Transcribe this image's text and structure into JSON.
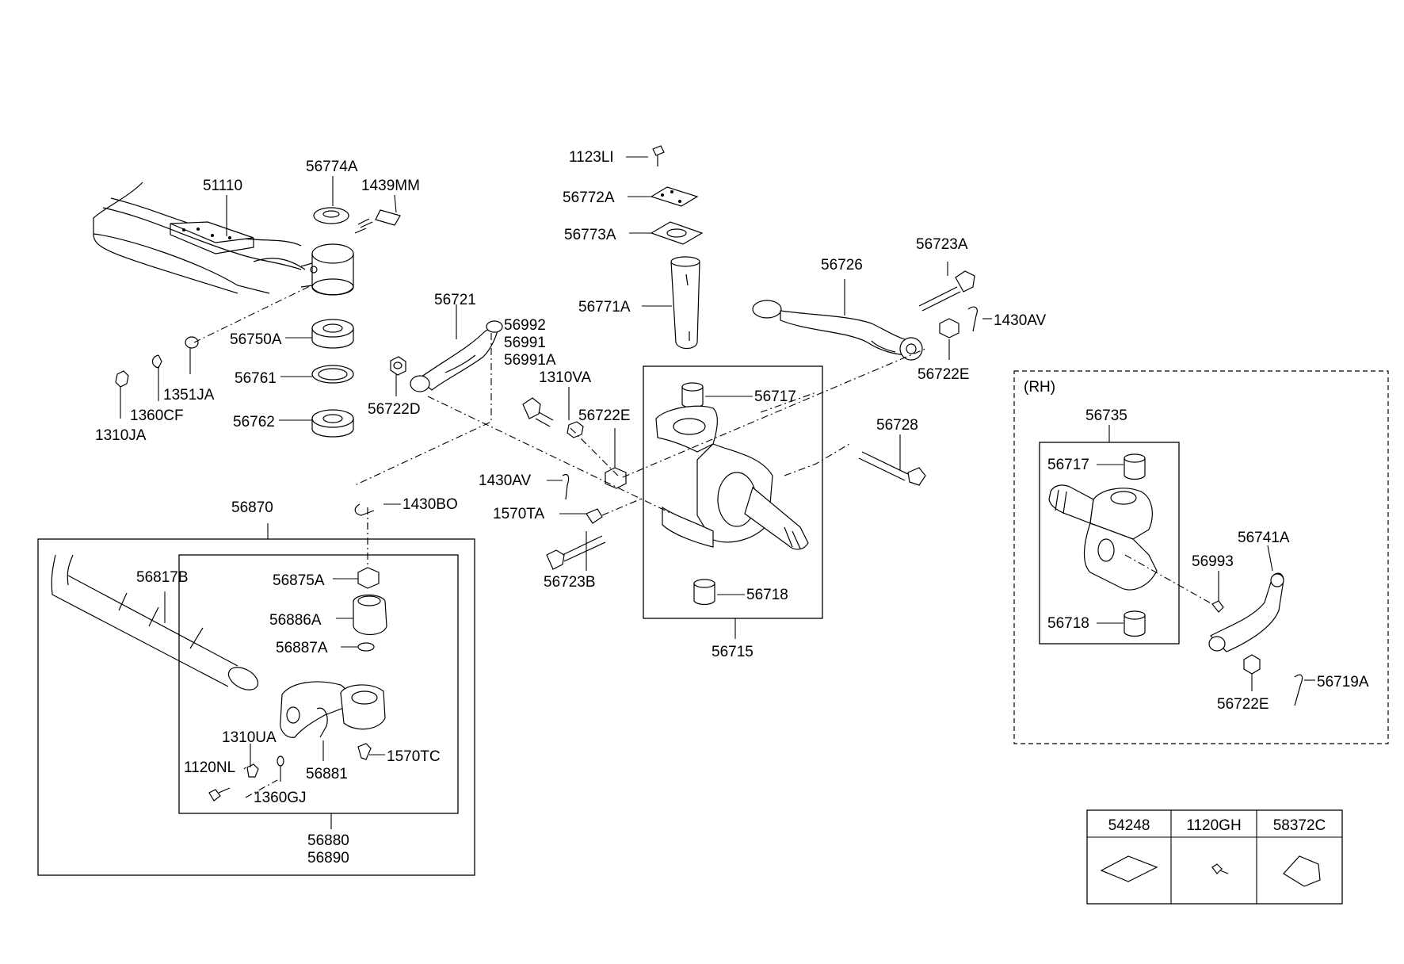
{
  "diagram": {
    "labels": {
      "p51110": "51110",
      "p56774A": "56774A",
      "p1439MM": "1439MM",
      "p56750A": "56750A",
      "p56761": "56761",
      "p56762": "56762",
      "p1351JA": "1351JA",
      "p1360CF": "1360CF",
      "p1310JA": "1310JA",
      "p56721": "56721",
      "p56992": "56992",
      "p56991": "56991",
      "p56991A": "56991A",
      "p1310VA": "1310VA",
      "p56722D": "56722D",
      "p56722E_a": "56722E",
      "p1123LI": "1123LI",
      "p56772A": "56772A",
      "p56773A": "56773A",
      "p56771A": "56771A",
      "p56726": "56726",
      "p56723A": "56723A",
      "p1430AV_a": "1430AV",
      "p56722E_b": "56722E",
      "p56717_a": "56717",
      "p56728": "56728",
      "p1430AV_b": "1430AV",
      "p1570TA": "1570TA",
      "p56723B": "56723B",
      "p56718_a": "56718",
      "p56715": "56715",
      "p56870": "56870",
      "p1430BO": "1430BO",
      "p56817B": "56817B",
      "p56875A": "56875A",
      "p56886A": "56886A",
      "p56887A": "56887A",
      "p1310UA": "1310UA",
      "p1570TC": "1570TC",
      "p1120NL": "1120NL",
      "p56881": "56881",
      "p1360GJ": "1360GJ",
      "p56880": "56880",
      "p56890": "56890",
      "rh": "(RH)",
      "p56735": "56735",
      "p56717_b": "56717",
      "p56741A": "56741A",
      "p56993": "56993",
      "p56718_b": "56718",
      "p56722E_c": "56722E",
      "p56719A": "56719A"
    },
    "table": {
      "headers": [
        "54248",
        "1120GH",
        "58372C"
      ]
    }
  }
}
